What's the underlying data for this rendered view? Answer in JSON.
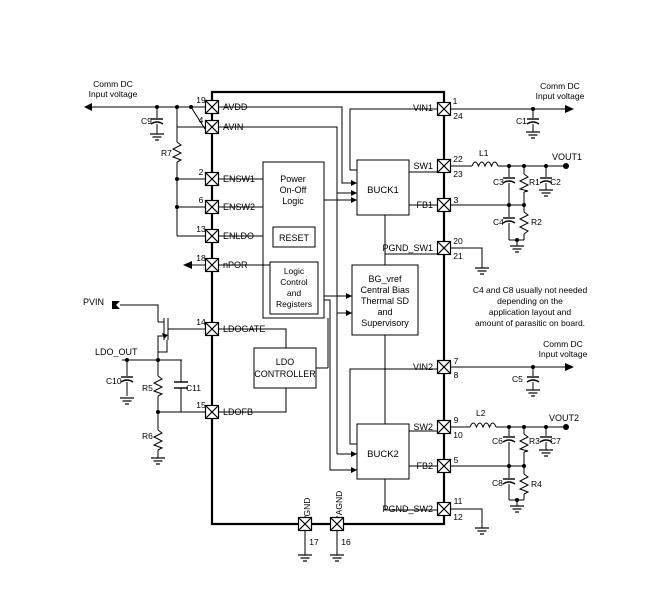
{
  "pins": {
    "avdd": {
      "num": "19",
      "name": "AVDD"
    },
    "avin": {
      "num": "4",
      "name": "AVIN"
    },
    "ensw1": {
      "num": "2",
      "name": "ENSW1"
    },
    "ensw2": {
      "num": "6",
      "name": "ENSW2"
    },
    "enldo": {
      "num": "13",
      "name": "ENLDO"
    },
    "npor": {
      "num": "18",
      "name": "nPOR"
    },
    "ldogate": {
      "num": "14",
      "name": "LDOGATE"
    },
    "ldofb": {
      "num": "15",
      "name": "LDOFB"
    },
    "gnd": {
      "num": "17",
      "name": "GND"
    },
    "agnd": {
      "num": "16",
      "name": "AGND"
    },
    "vin1": {
      "num_a": "1",
      "num_b": "24",
      "name": "VIN1"
    },
    "sw1": {
      "num_a": "22",
      "num_b": "23",
      "name": "SW1"
    },
    "fb1": {
      "num": "3",
      "name": "FB1"
    },
    "pgnd_sw1": {
      "num_a": "20",
      "num_b": "21",
      "name": "PGND_SW1"
    },
    "vin2": {
      "num_a": "7",
      "num_b": "8",
      "name": "VIN2"
    },
    "sw2": {
      "num_a": "9",
      "num_b": "10",
      "name": "SW2"
    },
    "fb2": {
      "num": "5",
      "name": "FB2"
    },
    "pgnd_sw2": {
      "num_a": "11",
      "num_b": "12",
      "name": "PGND_SW2"
    }
  },
  "blocks": {
    "power_logic": [
      "Power",
      "On-Off",
      "Logic"
    ],
    "reset": "RESET",
    "logic_control": [
      "Logic",
      "Control",
      "and",
      "Registers"
    ],
    "bg_vref": [
      "BG_vref",
      "Central Bias",
      "Thermal SD",
      "and",
      "Supervisory"
    ],
    "buck1": "BUCK1",
    "buck2": "BUCK2",
    "ldo_controller": [
      "LDO",
      "CONTROLLER"
    ]
  },
  "external": {
    "comm_dc_left": [
      "Comm DC",
      "Input voltage"
    ],
    "comm_dc_right1": [
      "Comm DC",
      "Input voltage"
    ],
    "comm_dc_right2": [
      "Comm DC",
      "Input voltage"
    ],
    "pvin": "PVIN",
    "ldo_out": "LDO_OUT",
    "vout1": "VOUT1",
    "vout2": "VOUT2",
    "note": [
      "C4 and C8 usually not needed",
      "depending on the",
      "application layout and",
      "amount of parasitic on board."
    ]
  },
  "components": {
    "c9": "C9",
    "r7": "R7",
    "c1": "C1",
    "l1": "L1",
    "c3": "C3",
    "r1": "R1",
    "c2": "C2",
    "c4": "C4",
    "r2": "R2",
    "c5": "C5",
    "l2": "L2",
    "c6": "C6",
    "r3": "R3",
    "c7": "C7",
    "c8": "C8",
    "r4": "R4",
    "c10": "C10",
    "r5": "R5",
    "c11": "C11",
    "r6": "R6"
  }
}
